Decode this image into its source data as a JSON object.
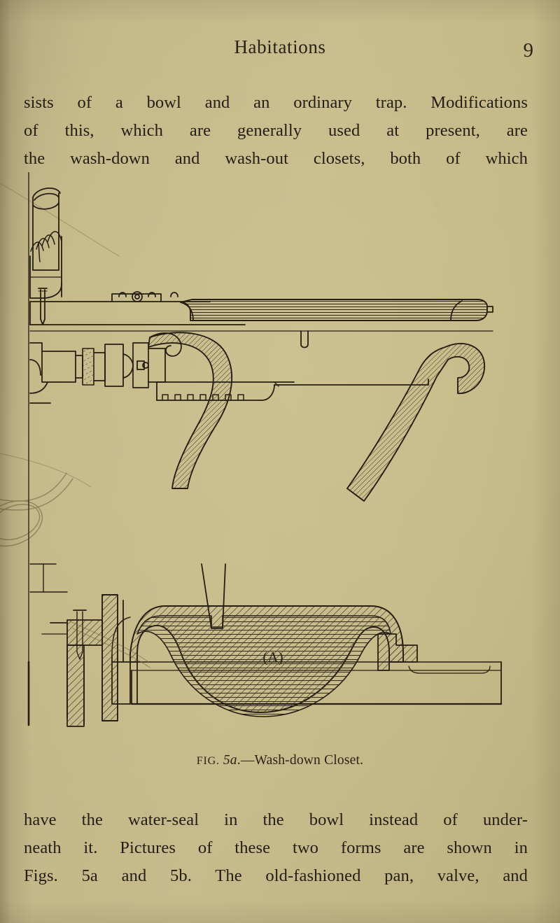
{
  "page": {
    "background_color": "#c3b788",
    "ink_color": "#241d14",
    "running_head": "Habitations",
    "folio": "9"
  },
  "text_top": "sists of a bowl and an ordinary trap. Modifications of this, which are generally used at present, are the wash-down and wash-out closets, both of which",
  "text_bottom": "have the water-seal in the bowl instead of under-neath it. Pictures of these two forms are shown in Figs. 5a and 5b. The old-fashioned pan, valve, and",
  "text_top_lines": [
    "sists of a bowl and an ordinary trap.  Modifications",
    "of this, which are generally used at present, are",
    "the wash-down and wash-out closets, both of which"
  ],
  "text_bottom_lines": [
    "have the water-seal in the bowl instead of under-",
    "neath it.  Pictures of these two forms are shown in",
    "Figs. 5a and 5b.  The old-fashioned pan, valve, and"
  ],
  "figure": {
    "label_a": "(A)",
    "caption_prefix": "FIG.",
    "caption_number": "5a",
    "caption_dash": ".—",
    "caption_title": "Wash-down Closet.",
    "caption_full": "FIG. 5a.—Wash-down Closet.",
    "subject": "sectional drawing of a wash-down water closet with cistern flush pipe, seat, bowl with water seal, and trap"
  }
}
